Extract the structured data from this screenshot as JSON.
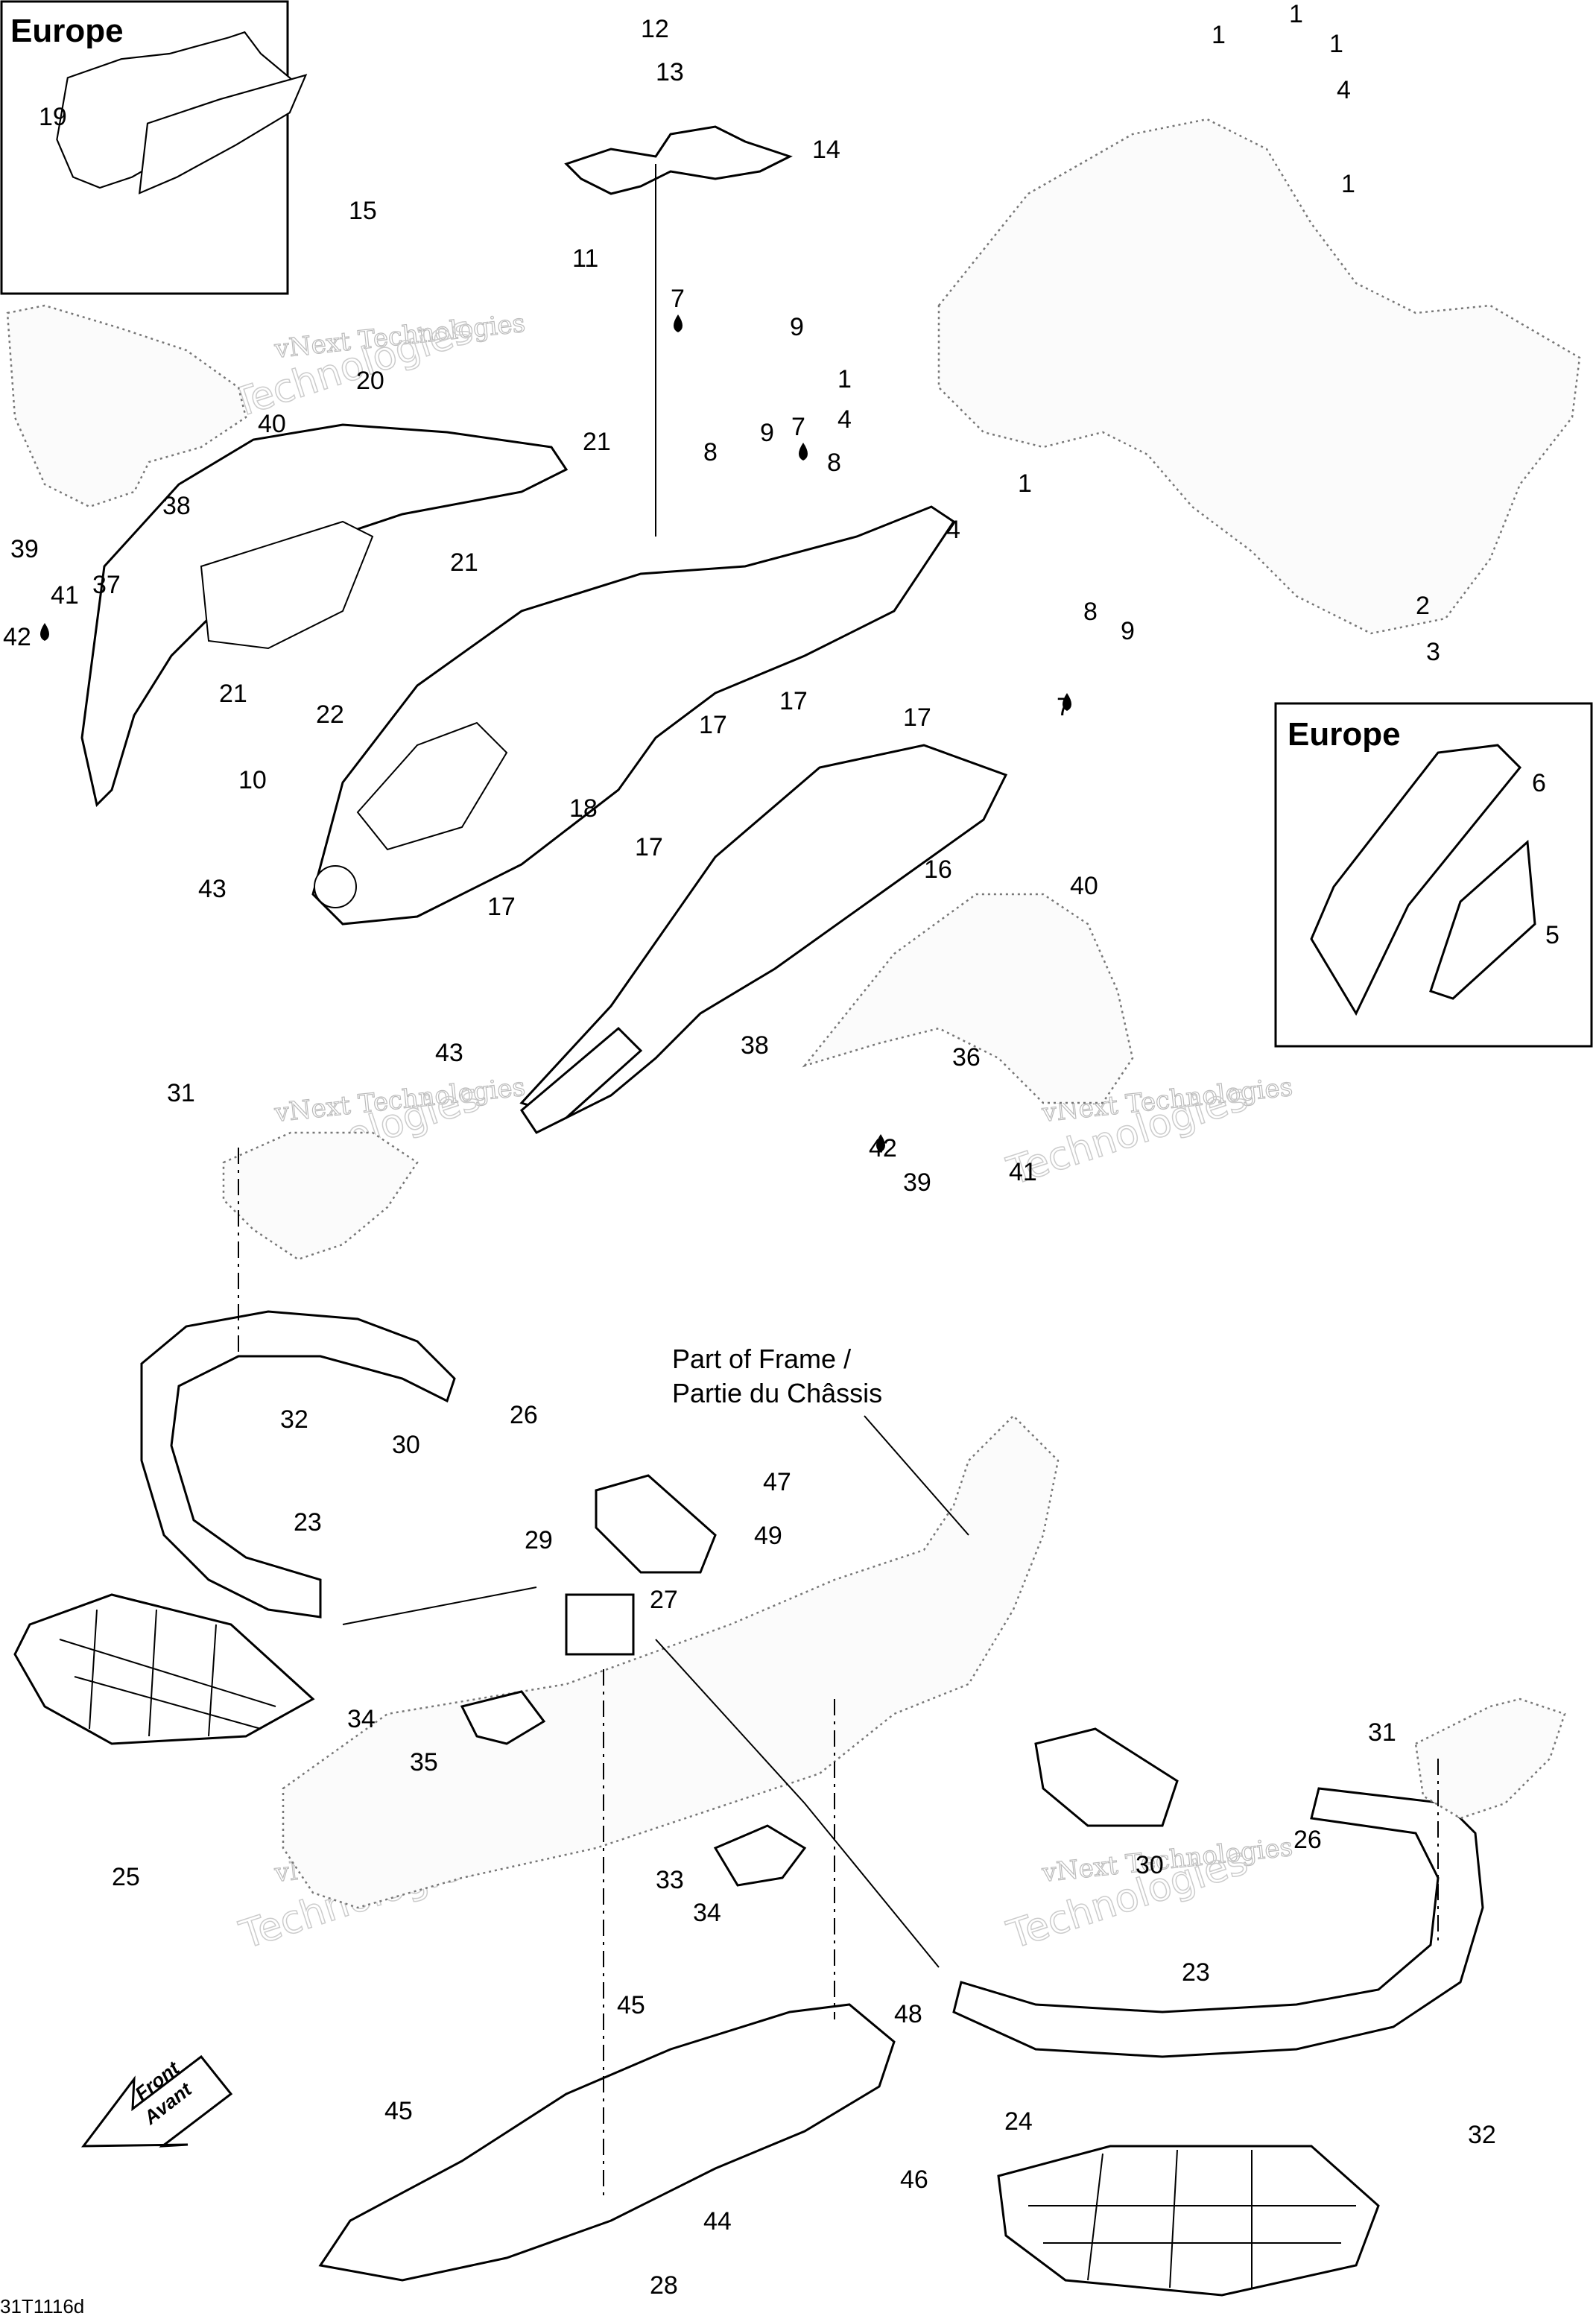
{
  "callouts": [
    {
      "text": "12"
    },
    {
      "text": "13"
    },
    {
      "text": "14"
    },
    {
      "text": "11"
    },
    {
      "text": "1"
    },
    {
      "text": "1"
    },
    {
      "text": "1"
    },
    {
      "text": "4"
    },
    {
      "text": "1"
    },
    {
      "text": "7"
    },
    {
      "text": "9"
    },
    {
      "text": "1"
    },
    {
      "text": "4"
    },
    {
      "text": "7"
    },
    {
      "text": "8"
    },
    {
      "text": "9"
    },
    {
      "text": "8"
    },
    {
      "text": "1"
    },
    {
      "text": "4"
    },
    {
      "text": "2"
    },
    {
      "text": "3"
    },
    {
      "text": "8"
    },
    {
      "text": "9"
    },
    {
      "text": "7"
    },
    {
      "text": "20"
    },
    {
      "text": "40"
    },
    {
      "text": "21"
    },
    {
      "text": "38"
    },
    {
      "text": "39"
    },
    {
      "text": "41"
    },
    {
      "text": "37"
    },
    {
      "text": "42"
    },
    {
      "text": "21"
    },
    {
      "text": "21"
    },
    {
      "text": "22"
    },
    {
      "text": "10"
    },
    {
      "text": "17"
    },
    {
      "text": "17"
    },
    {
      "text": "17"
    },
    {
      "text": "18"
    },
    {
      "text": "17"
    },
    {
      "text": "16"
    },
    {
      "text": "17"
    },
    {
      "text": "43"
    },
    {
      "text": "40"
    },
    {
      "text": "43"
    },
    {
      "text": "38"
    },
    {
      "text": "36"
    },
    {
      "text": "42"
    },
    {
      "text": "39"
    },
    {
      "text": "41"
    },
    {
      "text": "6"
    },
    {
      "text": "5"
    },
    {
      "text": "19"
    },
    {
      "text": "15"
    },
    {
      "text": "31"
    },
    {
      "text": "32"
    },
    {
      "text": "26"
    },
    {
      "text": "30"
    },
    {
      "text": "23"
    },
    {
      "text": "47"
    },
    {
      "text": "49"
    },
    {
      "text": "29"
    },
    {
      "text": "27"
    },
    {
      "text": "34"
    },
    {
      "text": "35"
    },
    {
      "text": "25"
    },
    {
      "text": "33"
    },
    {
      "text": "34"
    },
    {
      "text": "31"
    },
    {
      "text": "26"
    },
    {
      "text": "30"
    },
    {
      "text": "23"
    },
    {
      "text": "45"
    },
    {
      "text": "48"
    },
    {
      "text": "45"
    },
    {
      "text": "24"
    },
    {
      "text": "32"
    },
    {
      "text": "46"
    },
    {
      "text": "44"
    },
    {
      "text": "28"
    }
  ],
  "insets": {
    "top_left_title": "Europe",
    "right_title": "Europe"
  },
  "frame_note": {
    "line1": "Part of Frame /",
    "line2": "Partie du Châssis"
  },
  "front_arrow": {
    "line1": "Front",
    "line2": "Avant"
  },
  "drawing_code": "31T1116d",
  "watermark": {
    "line1": "vNext Technologies",
    "line2": "Technologies",
    "line3": "vNext"
  }
}
